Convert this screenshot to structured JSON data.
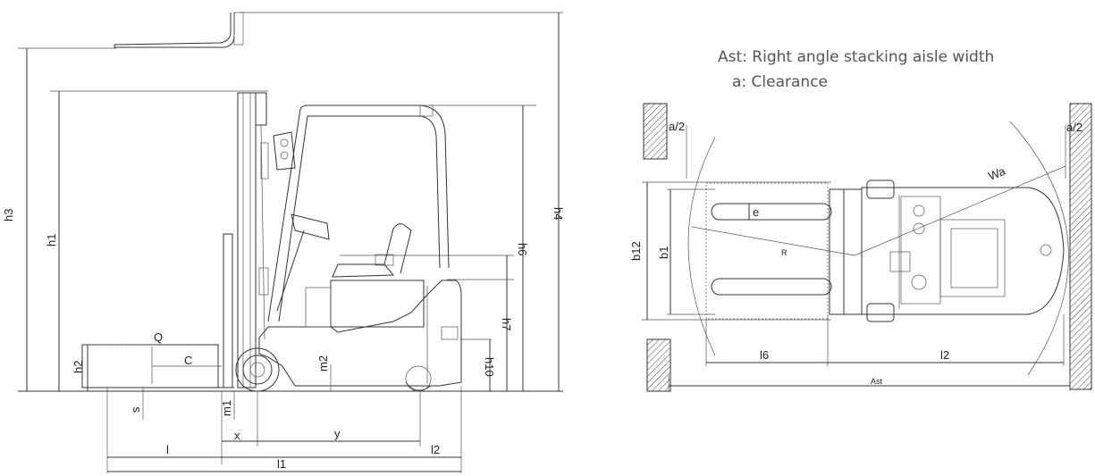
{
  "legend": {
    "ast": "Ast: Right angle stacking aisle width",
    "a": "a:  Clearance"
  },
  "side_view": {
    "labels": {
      "h3": "h3",
      "h1": "h1",
      "h4": "h4",
      "h6": "h6",
      "h7": "h7",
      "h10": "h10",
      "h2": "h2",
      "m2": "m2",
      "m1": "m1",
      "s": "s",
      "Q": "Q",
      "C": "C",
      "x": "x",
      "y": "y",
      "l": "l",
      "l2": "l2",
      "l1": "l1"
    }
  },
  "top_view": {
    "labels": {
      "a2_left": "a/2",
      "a2_right": "a/2",
      "Wa": "Wa",
      "R": "R",
      "e": "e",
      "b12": "b12",
      "b1": "b1",
      "l6": "l6",
      "l2": "l2",
      "Ast": "Ast"
    }
  }
}
